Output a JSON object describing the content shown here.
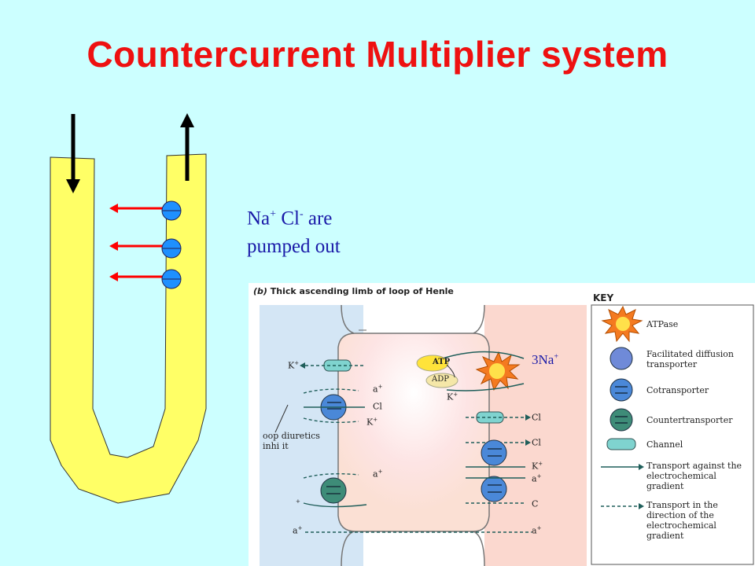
{
  "title": "Countercurrent  Multiplier system",
  "pump_label": {
    "line1_na": "Na",
    "line1_cl": " Cl",
    "line1_rest": " are",
    "sup_plus": "+",
    "sup_minus": "-",
    "line2": "pumped out"
  },
  "colors": {
    "title": "#ee1111",
    "tubule_fill": "#ffff66",
    "pump_fill": "#1e90ff",
    "arrow_red": "#ff0000",
    "background": "#ccffff",
    "label_blue": "#1a1aa8"
  },
  "figure": {
    "caption_letter": "(b)",
    "caption": "Thick ascending limb of loop of Henle",
    "na3": "3Na",
    "na3_sup": "+",
    "atp": "ATP",
    "adp": "ADP",
    "note_line1": "oop diuretics",
    "note_line2": "inhi it",
    "ions_left": [
      {
        "text": "K",
        "sup": "+"
      },
      {
        "text": "a",
        "sup": "+"
      },
      {
        "text": "Cl",
        "sup": ""
      },
      {
        "text": "K",
        "sup": "+"
      },
      {
        "text": "a",
        "sup": "+"
      },
      {
        "text": "",
        "sup": "+"
      },
      {
        "text": "a",
        "sup": "+"
      }
    ],
    "ions_right": [
      {
        "text": "K",
        "sup": "+"
      },
      {
        "text": "Cl",
        "sup": ""
      },
      {
        "text": "Cl",
        "sup": ""
      },
      {
        "text": "K",
        "sup": "+"
      },
      {
        "text": "a",
        "sup": "+"
      },
      {
        "text": "C",
        "sup": ""
      },
      {
        "text": "a",
        "sup": "+"
      }
    ],
    "key": {
      "title": "KEY",
      "items": [
        "ATPase",
        "Facilitated diffusion transporter",
        "Cotransporter",
        "Countertransporter",
        "Channel",
        "Transport against the electrochemical gradient",
        "Transport in the direction of the electrochemical gradient"
      ]
    }
  }
}
